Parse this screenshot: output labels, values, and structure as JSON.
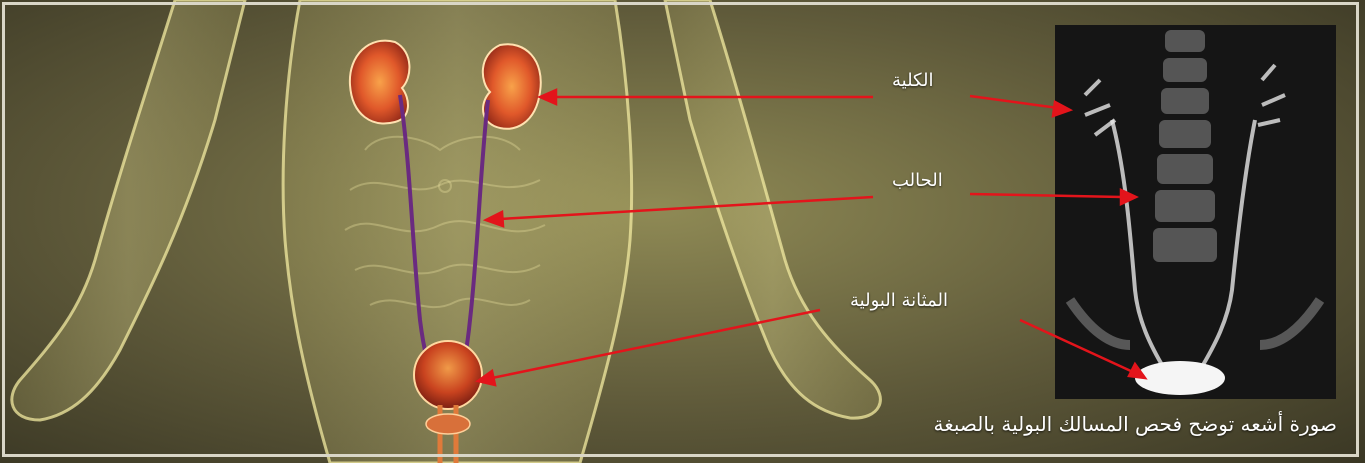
{
  "labels": {
    "kidney": "الكلية",
    "ureter": "الحالب",
    "bladder": "المثانة البولية"
  },
  "caption": "صورة أشعه توضح فحص المسالك البولية بالصبغة",
  "colors": {
    "arrow": "#e3141b",
    "frame": "#d9d6c7",
    "organ": "#e0582a"
  }
}
